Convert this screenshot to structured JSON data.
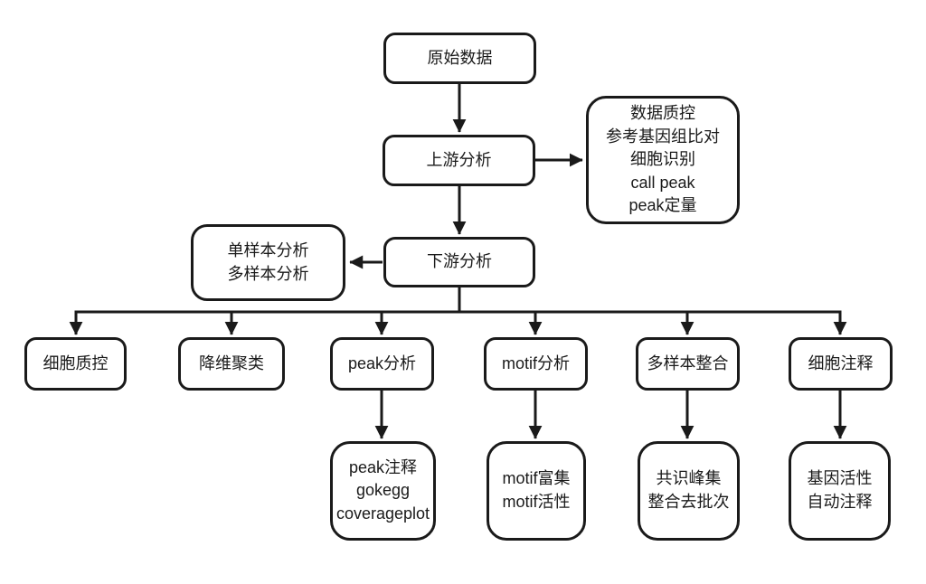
{
  "diagram": {
    "background": "#ffffff",
    "stroke_color": "#1a1a1a",
    "text_color": "#1a1a1a",
    "nodes": {
      "raw_data": {
        "lines": [
          "原始数据"
        ]
      },
      "upstream": {
        "lines": [
          "上游分析"
        ]
      },
      "upstream_details": {
        "lines": [
          "数据质控",
          "参考基因组比对",
          "细胞识别",
          "call peak",
          "peak定量"
        ]
      },
      "downstream": {
        "lines": [
          "下游分析"
        ]
      },
      "sample_modes": {
        "lines": [
          "单样本分析",
          "多样本分析"
        ]
      },
      "cell_qc": {
        "lines": [
          "细胞质控"
        ]
      },
      "dim_reduction": {
        "lines": [
          "降维聚类"
        ]
      },
      "peak_analysis": {
        "lines": [
          "peak分析"
        ]
      },
      "motif_analysis": {
        "lines": [
          "motif分析"
        ]
      },
      "multi_sample_integration": {
        "lines": [
          "多样本整合"
        ]
      },
      "cell_annotation": {
        "lines": [
          "细胞注释"
        ]
      },
      "peak_details": {
        "lines": [
          "peak注释",
          "gokegg",
          "coverageplot"
        ]
      },
      "motif_details": {
        "lines": [
          "motif富集",
          "motif活性"
        ]
      },
      "integration_details": {
        "lines": [
          "共识峰集",
          "整合去批次"
        ]
      },
      "annotation_details": {
        "lines": [
          "基因活性",
          "自动注释"
        ]
      }
    },
    "edges": [
      {
        "from": "raw_data",
        "to": "upstream"
      },
      {
        "from": "upstream",
        "to": "upstream_details"
      },
      {
        "from": "upstream",
        "to": "downstream"
      },
      {
        "from": "downstream",
        "to": "sample_modes"
      },
      {
        "from": "downstream",
        "to": "cell_qc"
      },
      {
        "from": "downstream",
        "to": "dim_reduction"
      },
      {
        "from": "downstream",
        "to": "peak_analysis"
      },
      {
        "from": "downstream",
        "to": "motif_analysis"
      },
      {
        "from": "downstream",
        "to": "multi_sample_integration"
      },
      {
        "from": "downstream",
        "to": "cell_annotation"
      },
      {
        "from": "peak_analysis",
        "to": "peak_details"
      },
      {
        "from": "motif_analysis",
        "to": "motif_details"
      },
      {
        "from": "multi_sample_integration",
        "to": "integration_details"
      },
      {
        "from": "cell_annotation",
        "to": "annotation_details"
      }
    ]
  }
}
